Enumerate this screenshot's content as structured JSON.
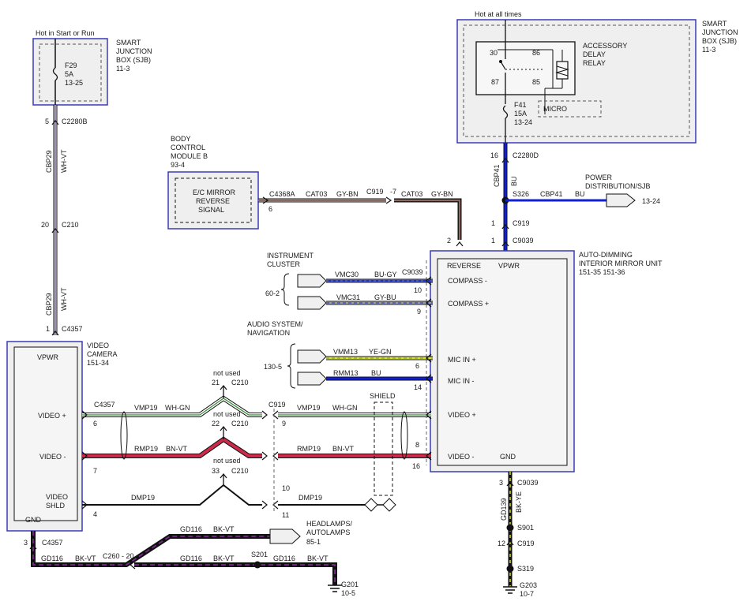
{
  "colors": {
    "module_border": "#3a3ab8",
    "module_fill": "#efefef",
    "wire_black": "#111111",
    "wire_blue": "#1020d8",
    "wire_green": "#2e8b2e",
    "wire_gray": "#9a9a9a",
    "wire_red": "#cc2a4a",
    "wire_brown": "#7a4a3a",
    "wire_violet": "#7a2a8a",
    "wire_yellow": "#e0e020",
    "wire_dash": "#666666"
  },
  "sjb_left": {
    "header": "Hot in Start or Run",
    "fuse_name": "F29",
    "fuse_rating": "5A",
    "fuse_ref": "13-25",
    "title_lines": [
      "SMART",
      "JUNCTION",
      "BOX (SJB)",
      "11-3"
    ]
  },
  "sjb_right": {
    "header": "Hot at all times",
    "title_lines": [
      "SMART",
      "JUNCTION",
      "BOX (SJB)",
      "11-3"
    ],
    "relay_lines": [
      "ACCESSORY",
      "DELAY",
      "RELAY"
    ],
    "relay_pins": [
      "30",
      "86",
      "87",
      "85"
    ],
    "micro_label": "MICRO",
    "fuse_name": "F41",
    "fuse_rating": "15A",
    "fuse_ref": "13-24"
  },
  "bcm": {
    "title_lines": [
      "BODY",
      "CONTROL",
      "MODULE B",
      "93-4"
    ],
    "box_lines": [
      "E/C MIRROR",
      "REVERSE",
      "SIGNAL"
    ]
  },
  "mirror": {
    "title_lines": [
      "AUTO-DIMMING",
      "INTERIOR MIRROR UNIT",
      "151-35   151-36"
    ],
    "pins": {
      "reverse": "REVERSE",
      "vpwr": "VPWR",
      "compass_minus": "COMPASS -",
      "compass_plus": "COMPASS +",
      "mic_plus": "MIC IN +",
      "mic_minus": "MIC IN -",
      "video_plus": "VIDEO +",
      "video_minus": "VIDEO -",
      "gnd": "GND"
    }
  },
  "camera": {
    "title_lines": [
      "VIDEO",
      "CAMERA",
      "151-34"
    ],
    "pins": {
      "vpwr": "VPWR",
      "video_plus": "VIDEO +",
      "video_minus": "VIDEO -",
      "video_shld_1": "VIDEO",
      "video_shld_2": "SHLD",
      "gnd": "GND"
    }
  },
  "instrument_cluster": {
    "title_lines": [
      "INSTRUMENT",
      "CLUSTER"
    ],
    "ref": "60-2"
  },
  "audio": {
    "title_lines": [
      "AUDIO SYSTEM/",
      "NAVIGATION"
    ],
    "ref": "130-5"
  },
  "power_dist": {
    "title_lines": [
      "POWER",
      "DISTRIBUTION/SJB"
    ],
    "ref": "13-24"
  },
  "headlamps": {
    "title_lines": [
      "HEADLAMPS/",
      "AUTOLAMPS"
    ],
    "ref": "85-1"
  },
  "ground_g201": {
    "name": "G201",
    "ref": "10-5"
  },
  "ground_g203": {
    "name": "G203",
    "ref": "10-7"
  },
  "labels": {
    "c2280b": "C2280B",
    "c2280b_pin": "5",
    "cbp29": "CBP29",
    "whvt": "WH-VT",
    "c210": "C210",
    "c210_pin": "20",
    "c4357": "C4357",
    "c4357_pin": "1",
    "c2280d": "C2280D",
    "c2280d_pin": "16",
    "cbp41": "CBP41",
    "bu": "BU",
    "s326": "S326",
    "c919": "C919",
    "c919_pin": "1",
    "c9039": "C9039",
    "c9039_pin": "1",
    "c4368a": "C4368A",
    "c4368a_pin": "6",
    "cat03": "CAT03",
    "gybn": "GY-BN",
    "c919_7": "C919",
    "pin_7": "-7",
    "reverse_pin": "2",
    "vmc30": "VMC30",
    "bugy": "BU-GY",
    "c9039_b": "C9039",
    "pin_10": "10",
    "vmc31": "VMC31",
    "gybu": "GY-BU",
    "pin_9": "9",
    "vmm13": "VMM13",
    "yegn": "YE-GN",
    "pin_6": "6",
    "rmm13": "RMM13",
    "pin_14": "14",
    "not_used": "not used",
    "pin_21": "21",
    "pin_22": "22",
    "pin_33": "33",
    "c4357_vid": "C4357",
    "pin_cam_6": "6",
    "pin_cam_7": "7",
    "pin_cam_4": "4",
    "vmp19": "VMP19",
    "whgn": "WH-GN",
    "c919_vid": "C919",
    "pin_9_vid": "9",
    "rmp19": "RMP19",
    "bnvt": "BN-VT",
    "dmp19": "DMP19",
    "pin_10_vid": "10",
    "pin_11": "11",
    "shield": "SHIELD",
    "pin_m8": "8",
    "pin_m16": "16",
    "c9039_gnd": "C9039",
    "pin_gnd_3": "3",
    "gd139": "GD139",
    "bkye": "BK-YE",
    "s901": "S901",
    "c919_gnd": "C919",
    "pin_12": "12",
    "s319": "S319",
    "cam_gnd_pin": "3",
    "c4357_gnd": "C4357",
    "gd116": "GD116",
    "bkvt": "BK-VT",
    "c260": "C260 - 20",
    "s201": "S201"
  }
}
